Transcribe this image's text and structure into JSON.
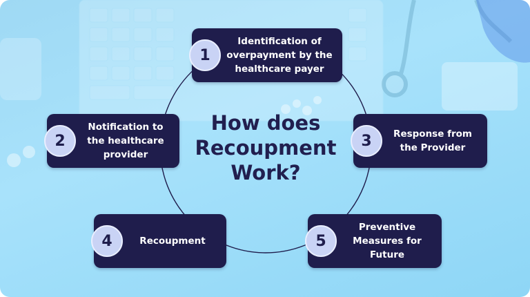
{
  "title": "How does Recoupment Work?",
  "steps": [
    {
      "number": "1",
      "label": "Identification of overpayment by the healthcare payer"
    },
    {
      "number": "2",
      "label": "Notification to the healthcare provider"
    },
    {
      "number": "3",
      "label": "Response from the Provider"
    },
    {
      "number": "4",
      "label": "Recoupment"
    },
    {
      "number": "5",
      "label": "Preventive Measures for Future"
    }
  ],
  "colors": {
    "background": "#a8e2fb",
    "box": "#1f1d4c",
    "badge": "#c9d3f5",
    "title": "#211f4f",
    "cycle_line": "#1f1d4c"
  },
  "icons": [
    "keyboard",
    "stethoscope",
    "pills",
    "clipboard"
  ]
}
